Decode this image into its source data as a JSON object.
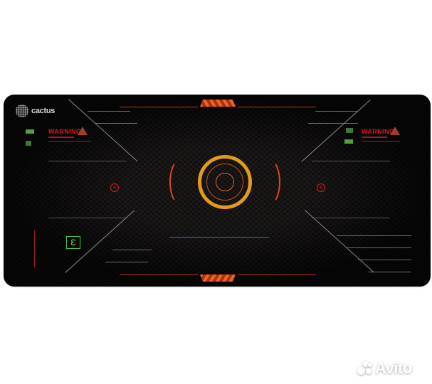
{
  "product": {
    "type": "gaming-mousepad",
    "brand_logo_text": "cactus",
    "warning_labels": [
      "WARNING",
      "WARNING"
    ],
    "colors": {
      "pad_background": "#0d0b0b",
      "accent_orange": "#e39a1c",
      "accent_red": "#d84a22",
      "warning_red": "#e01818",
      "hud_green": "#58c23e",
      "hud_blue": "#2a7fb8",
      "page_background": "#ffffff"
    },
    "hud_icon_symbol": "Ɛ"
  },
  "watermark": {
    "text": "Avito"
  }
}
